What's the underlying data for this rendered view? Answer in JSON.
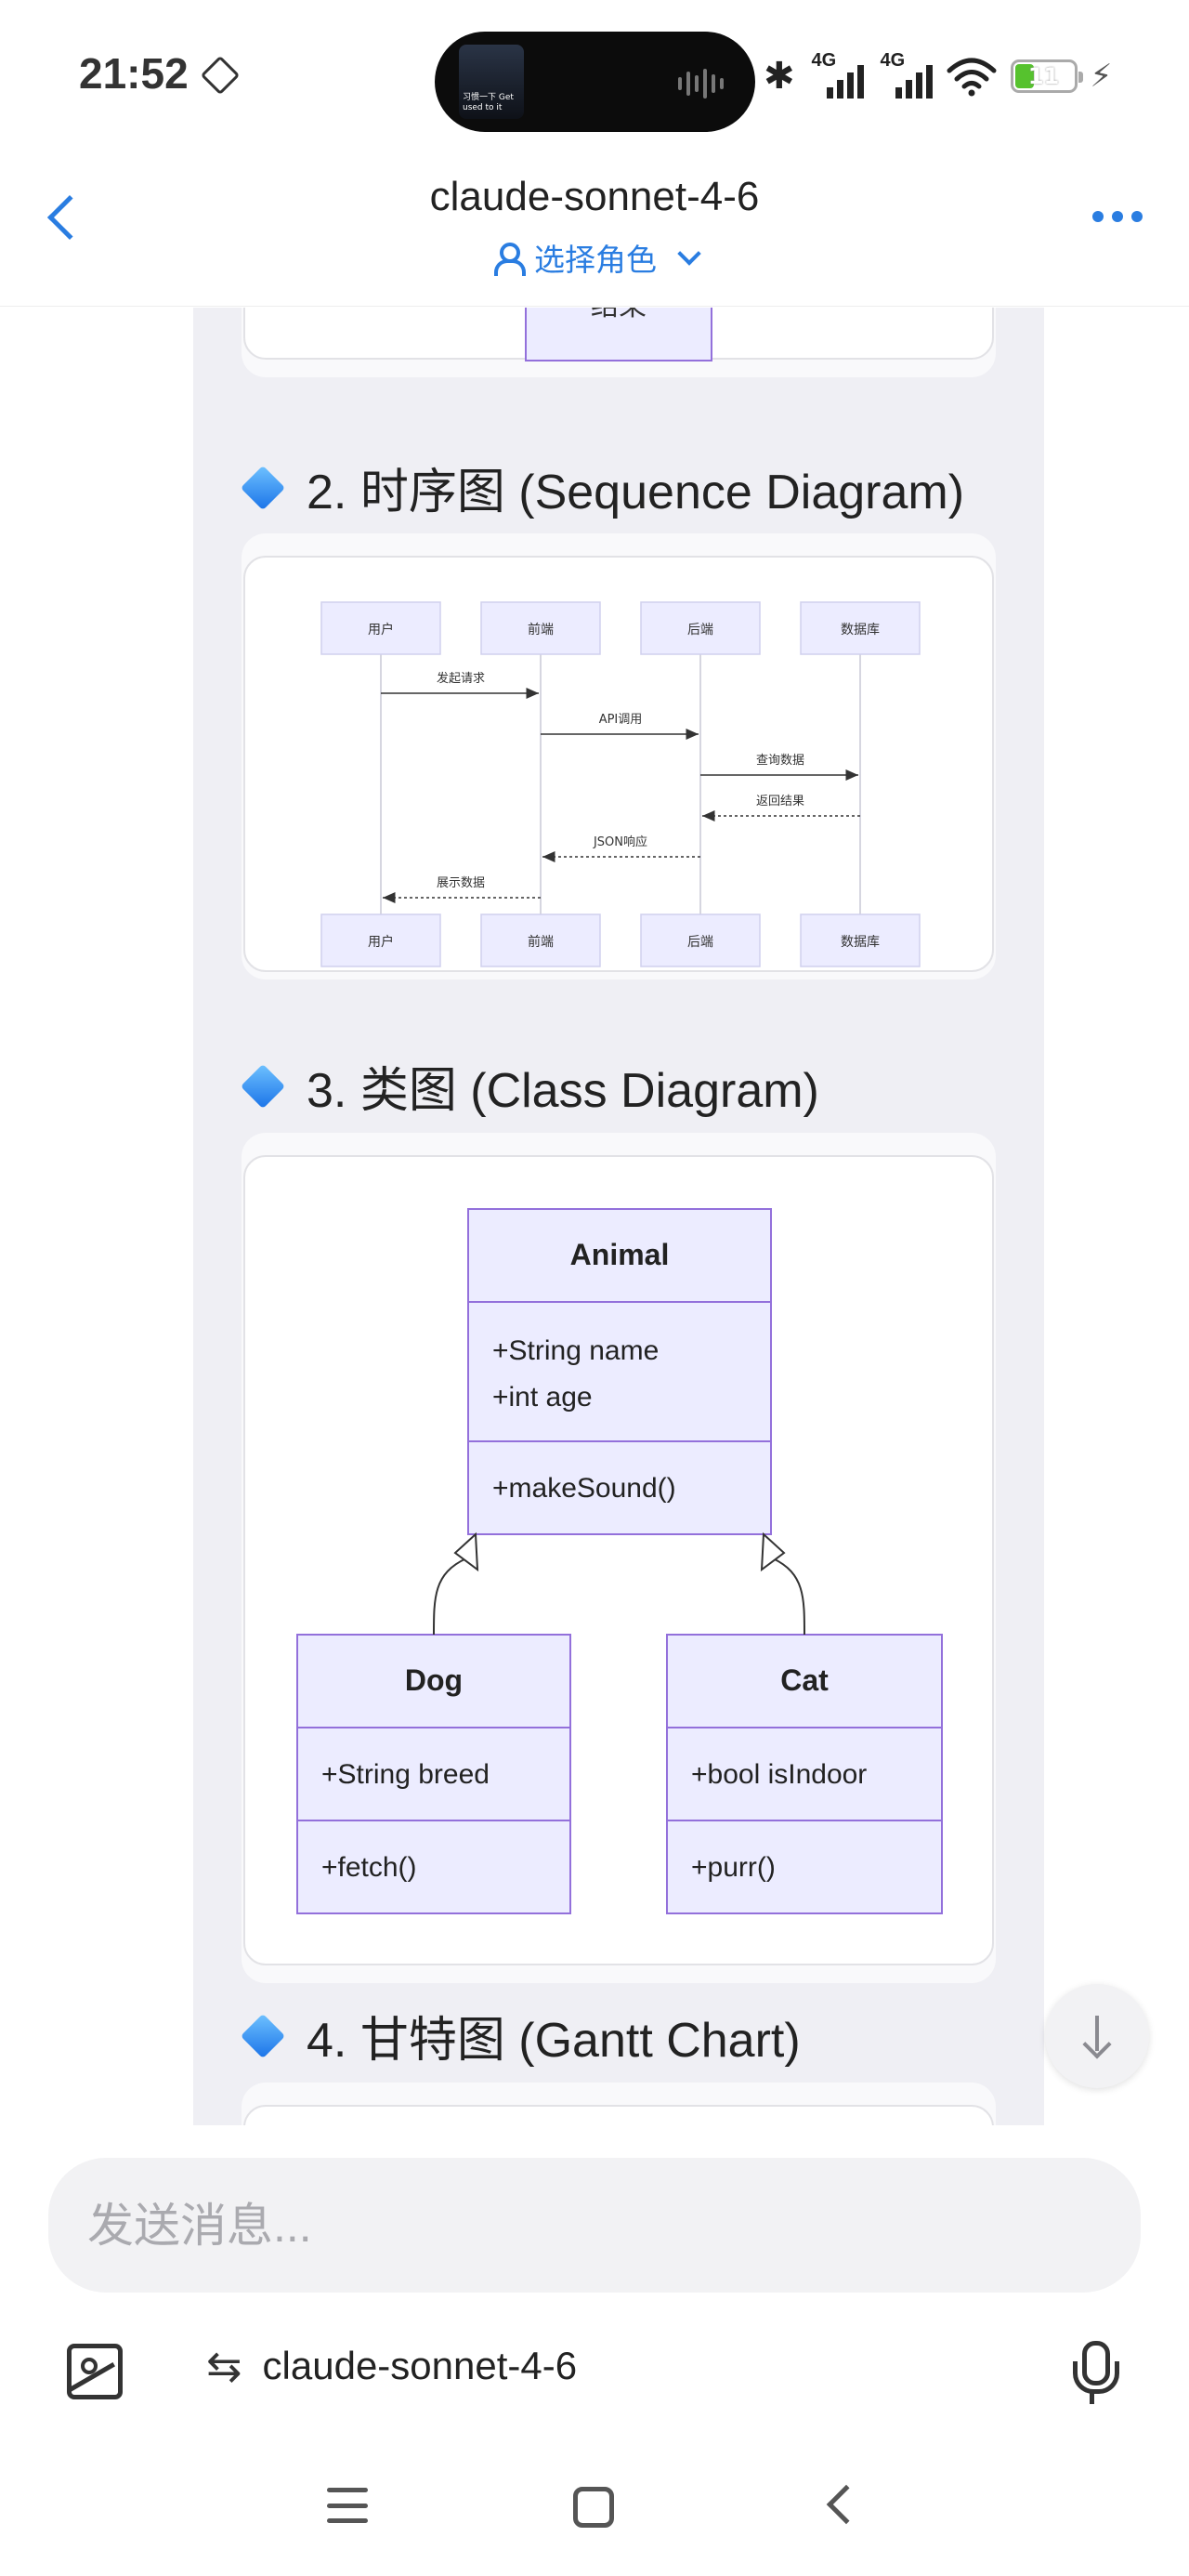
{
  "status_bar": {
    "time": "21:52",
    "island_text": "习惯一下 Get used to it",
    "signal1_label": "4G",
    "signal2_label": "4G",
    "battery_level": "11",
    "icons": [
      "nfc-icon",
      "bluetooth-icon",
      "signal-icon",
      "wifi-icon",
      "battery-icon",
      "charging-icon"
    ]
  },
  "header": {
    "title": "claude-sonnet-4-6",
    "role_label": "选择角色"
  },
  "sections": [
    {
      "title": "2. 时序图 (Sequence Diagram)",
      "diagram": {
        "participants": [
          "用户",
          "前端",
          "后端",
          "数据库"
        ],
        "messages": [
          {
            "from": 0,
            "to": 1,
            "label": "发起请求",
            "style": "solid"
          },
          {
            "from": 1,
            "to": 2,
            "label": "API调用",
            "style": "solid"
          },
          {
            "from": 2,
            "to": 3,
            "label": "查询数据",
            "style": "solid"
          },
          {
            "from": 3,
            "to": 2,
            "label": "返回结果",
            "style": "dashed"
          },
          {
            "from": 2,
            "to": 1,
            "label": "JSON响应",
            "style": "dashed"
          },
          {
            "from": 1,
            "to": 0,
            "label": "展示数据",
            "style": "dashed"
          }
        ]
      }
    },
    {
      "title": "3. 类图 (Class Diagram)",
      "diagram": {
        "classes": [
          {
            "name": "Animal",
            "attributes": [
              "+String name",
              "+int age"
            ],
            "methods": [
              "+makeSound()"
            ]
          },
          {
            "name": "Dog",
            "attributes": [
              "+String breed"
            ],
            "methods": [
              "+fetch()"
            ]
          },
          {
            "name": "Cat",
            "attributes": [
              "+bool isIndoor"
            ],
            "methods": [
              "+purr()"
            ]
          }
        ]
      }
    },
    {
      "title": "4. 甘特图 (Gantt Chart)"
    }
  ],
  "previous_diagram_tail": {
    "node_label": "结束"
  },
  "composer": {
    "placeholder": "发送消息...",
    "model_name": "claude-sonnet-4-6"
  },
  "colors": {
    "accent": "#2a7de1",
    "diagram_fill": "#ececff",
    "diagram_stroke": "#9370db"
  }
}
